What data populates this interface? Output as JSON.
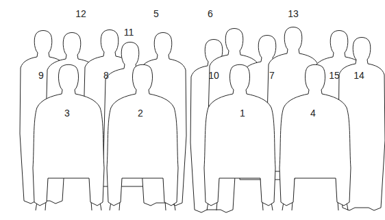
{
  "diagram": {
    "labels": [
      "12",
      "5",
      "6",
      "13",
      "11",
      "9",
      "8",
      "10",
      "7",
      "15",
      "14",
      "3",
      "2",
      "1",
      "4"
    ]
  }
}
